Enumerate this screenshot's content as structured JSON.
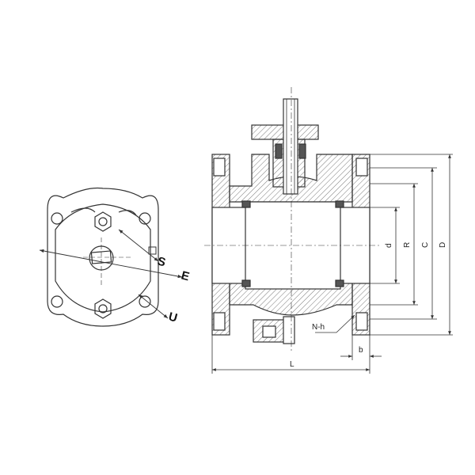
{
  "labels": {
    "E": "E",
    "S": "S",
    "U": "U",
    "d": "d",
    "R": "R",
    "C": "C",
    "D": "D",
    "L": "L",
    "b": "b",
    "N_h": "N-h"
  },
  "colors": {
    "line": "#333333",
    "hatch": "#7a7a7a",
    "background": "#ffffff"
  }
}
